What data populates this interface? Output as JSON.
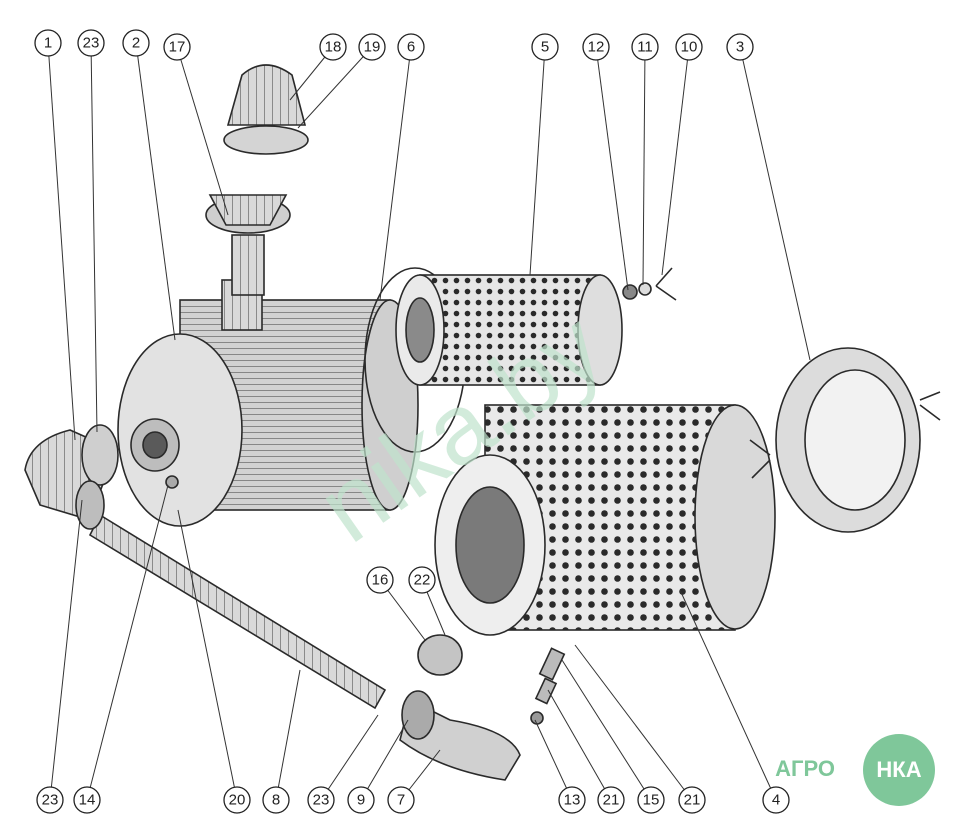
{
  "callouts": [
    "1",
    "23",
    "2",
    "17",
    "18",
    "19",
    "6",
    "5",
    "12",
    "11",
    "10",
    "3",
    "23",
    "14",
    "20",
    "8",
    "23",
    "9",
    "7",
    "13",
    "21",
    "15",
    "21",
    "4",
    "16",
    "22"
  ],
  "watermark": "nika.by",
  "logo": {
    "left": "АГРО",
    "right": "НКА",
    "color": "#7fc79a"
  },
  "colors": {
    "ink": "#2a2a2a",
    "paper": "#ffffff",
    "watermark": "#bfe3cc"
  }
}
